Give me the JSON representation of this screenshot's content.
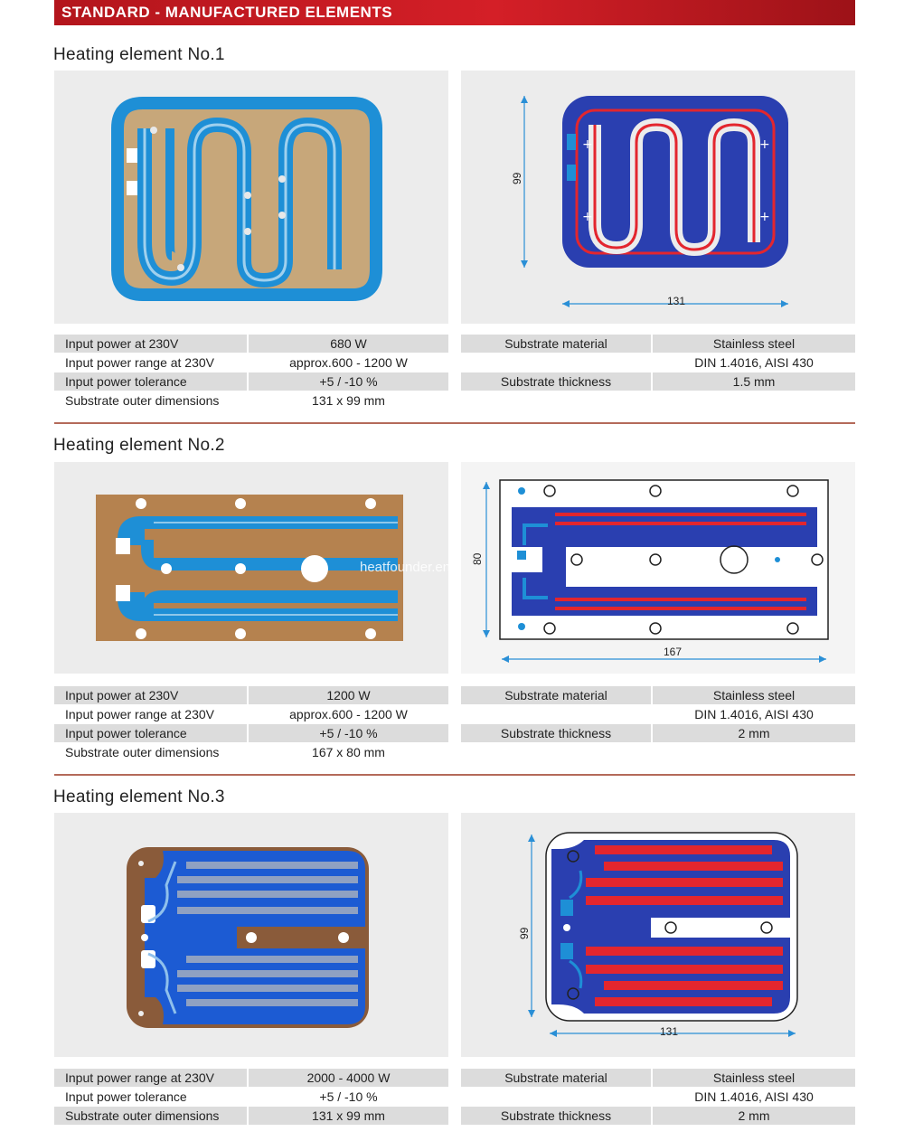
{
  "header": {
    "title": "STANDARD - MANUFACTURED ELEMENTS"
  },
  "watermark": "heatfounder.en.alibaba.com",
  "elements": [
    {
      "title": "Heating element No.1",
      "dims": {
        "width": "131",
        "height": "99"
      },
      "specs_left": [
        {
          "label": "Input power at 230V",
          "value": "680 W"
        },
        {
          "label": "Input power range at 230V",
          "value": "approx.600 - 1200 W"
        },
        {
          "label": "Input power tolerance",
          "value": "+5 / -10 %"
        },
        {
          "label": "Substrate outer dimensions",
          "value": "131 x 99 mm"
        }
      ],
      "specs_right": [
        {
          "label": "Substrate material",
          "value": "Stainless steel"
        },
        {
          "label": "",
          "value": "DIN 1.4016, AISI 430"
        },
        {
          "label": "Substrate thickness",
          "value": "1.5 mm"
        }
      ]
    },
    {
      "title": "Heating element No.2",
      "dims": {
        "width": "167",
        "height": "80"
      },
      "specs_left": [
        {
          "label": "Input power at 230V",
          "value": "1200 W"
        },
        {
          "label": "Input power range at 230V",
          "value": "approx.600 - 1200 W"
        },
        {
          "label": "Input power tolerance",
          "value": "+5 / -10 %"
        },
        {
          "label": "Substrate outer dimensions",
          "value": "167 x 80 mm"
        }
      ],
      "specs_right": [
        {
          "label": "Substrate material",
          "value": "Stainless steel"
        },
        {
          "label": "",
          "value": "DIN 1.4016, AISI 430"
        },
        {
          "label": "Substrate thickness",
          "value": "2 mm"
        }
      ]
    },
    {
      "title": "Heating element No.3",
      "dims": {
        "width": "131",
        "height": "99"
      },
      "specs_left": [
        {
          "label": "Input power range at 230V",
          "value": "2000 - 4000 W"
        },
        {
          "label": "Input power tolerance",
          "value": "+5 / -10 %"
        },
        {
          "label": "Substrate outer dimensions",
          "value": "131 x 99 mm"
        }
      ],
      "specs_right": [
        {
          "label": "Substrate material",
          "value": "Stainless steel"
        },
        {
          "label": "",
          "value": "DIN 1.4016, AISI 430"
        },
        {
          "label": "Substrate thickness",
          "value": "2 mm"
        }
      ]
    }
  ],
  "colors": {
    "banner_red": "#c8191f",
    "trace_blue": "#1e8fd6",
    "diagram_blue": "#2a3fb0",
    "heater_red": "#e3262e",
    "copper": "#b5824f",
    "panel_grey": "#ececec",
    "row_shade": "#dcdcdc"
  }
}
